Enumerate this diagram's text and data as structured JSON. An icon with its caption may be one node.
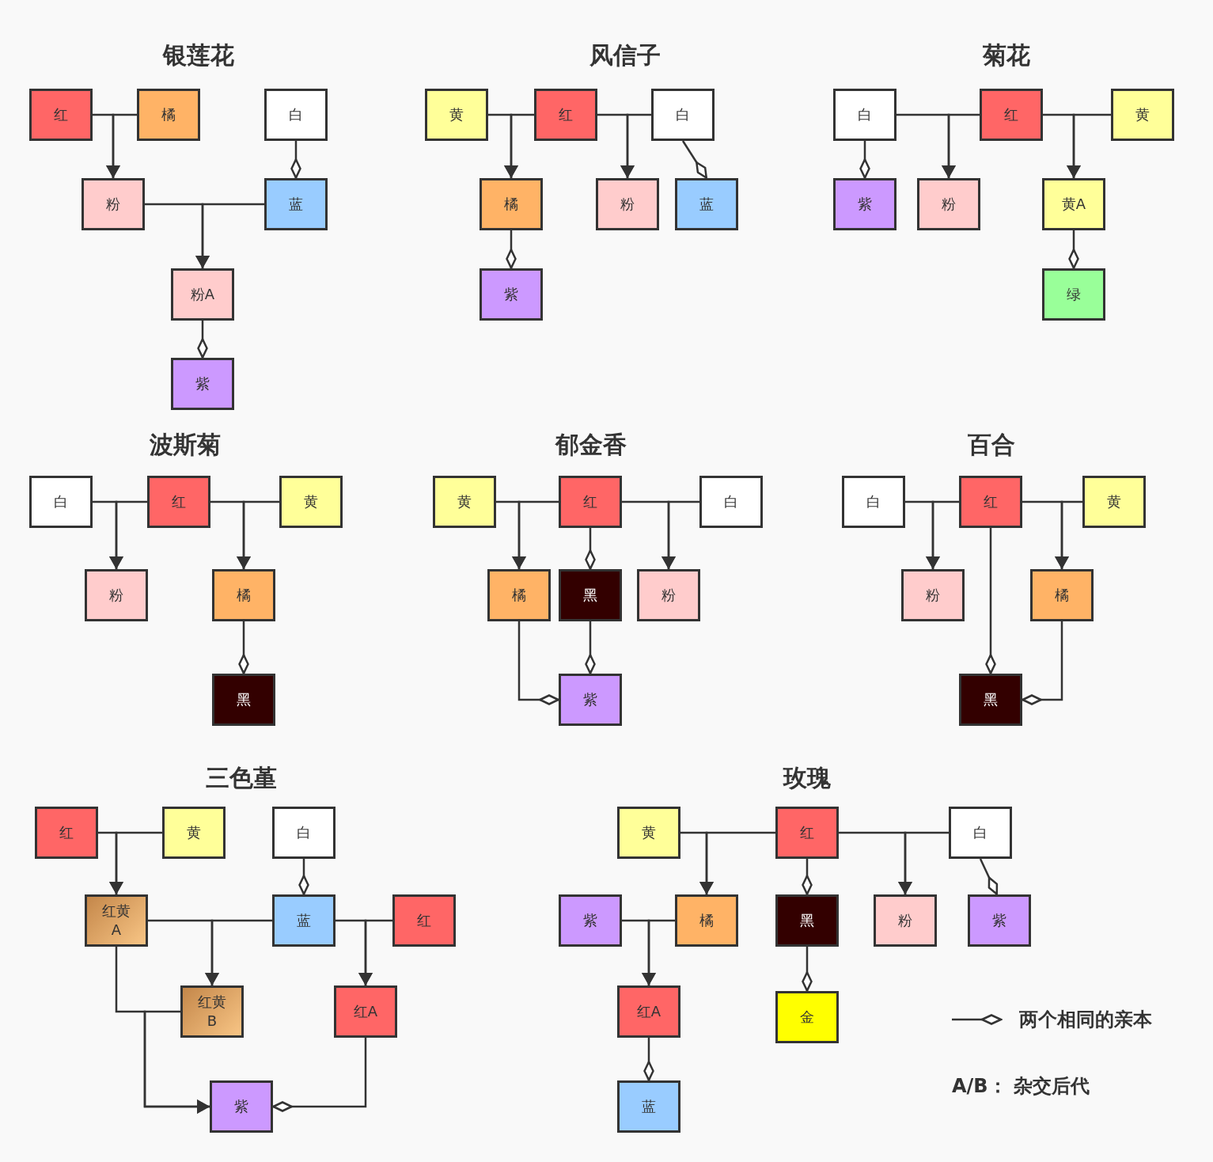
{
  "diagram": {
    "nodes": [
      {
        "text": [
          "红"
        ]
      },
      {
        "text": [
          "橘"
        ]
      },
      {
        "text": [
          "白"
        ]
      },
      {
        "text": [
          "粉"
        ]
      },
      {
        "text": [
          "蓝"
        ]
      },
      {
        "text": [
          "粉A"
        ]
      },
      {
        "text": [
          "紫"
        ]
      },
      {
        "text": [
          "黄"
        ]
      },
      {
        "text": [
          "红"
        ]
      },
      {
        "text": [
          "白"
        ]
      },
      {
        "text": [
          "橘"
        ]
      },
      {
        "text": [
          "粉"
        ]
      },
      {
        "text": [
          "蓝"
        ]
      },
      {
        "text": [
          "紫"
        ]
      },
      {
        "text": [
          "白"
        ]
      },
      {
        "text": [
          "红"
        ]
      },
      {
        "text": [
          "黄"
        ]
      },
      {
        "text": [
          "紫"
        ]
      },
      {
        "text": [
          "粉"
        ]
      },
      {
        "text": [
          "黄A"
        ]
      },
      {
        "text": [
          "绿"
        ]
      },
      {
        "text": [
          "白"
        ]
      },
      {
        "text": [
          "红"
        ]
      },
      {
        "text": [
          "黄"
        ]
      },
      {
        "text": [
          "粉"
        ]
      },
      {
        "text": [
          "橘"
        ]
      },
      {
        "text": [
          "黑"
        ]
      },
      {
        "text": [
          "黄"
        ]
      },
      {
        "text": [
          "红"
        ]
      },
      {
        "text": [
          "白"
        ]
      },
      {
        "text": [
          "橘"
        ]
      },
      {
        "text": [
          "黑"
        ]
      },
      {
        "text": [
          "粉"
        ]
      },
      {
        "text": [
          "紫"
        ]
      },
      {
        "text": [
          "白"
        ]
      },
      {
        "text": [
          "红"
        ]
      },
      {
        "text": [
          "黄"
        ]
      },
      {
        "text": [
          "粉"
        ]
      },
      {
        "text": [
          "橘"
        ]
      },
      {
        "text": [
          "黑"
        ]
      },
      {
        "text": [
          "红"
        ]
      },
      {
        "text": [
          "黄"
        ]
      },
      {
        "text": [
          "白"
        ]
      },
      {
        "text": [
          "红黄A"
        ]
      },
      {
        "text": [
          "蓝"
        ]
      },
      {
        "text": [
          "红"
        ]
      },
      {
        "text": [
          "红黄B"
        ]
      },
      {
        "text": [
          "红A"
        ]
      },
      {
        "text": [
          "紫"
        ]
      },
      {
        "text": [
          "黄"
        ]
      },
      {
        "text": [
          "红"
        ]
      },
      {
        "text": [
          "白"
        ]
      },
      {
        "text": [
          "紫"
        ]
      },
      {
        "text": [
          "橘"
        ]
      },
      {
        "text": [
          "黑"
        ]
      },
      {
        "text": [
          "粉"
        ]
      },
      {
        "text": [
          "紫"
        ]
      },
      {
        "text": [
          "红A"
        ]
      },
      {
        "text": [
          "金"
        ]
      },
      {
        "text": [
          "蓝"
        ]
      }
    ],
    "edges": [
      {
        "from": 0,
        "to": 3,
        "arrow": "to"
      },
      {
        "from": 1,
        "to": 3,
        "arrow": "to"
      },
      {
        "from": 2,
        "to": 4,
        "arrow": "other"
      },
      {
        "from": 3,
        "to": 5,
        "arrow": "to"
      },
      {
        "from": 4,
        "to": 5,
        "arrow": "to"
      },
      {
        "from": 5,
        "to": 6,
        "arrow": "other"
      },
      {
        "from": 7,
        "to": 10,
        "arrow": "to"
      },
      {
        "from": 8,
        "to": 10,
        "arrow": "to"
      },
      {
        "from": 8,
        "to": 11,
        "arrow": "to"
      },
      {
        "from": 9,
        "to": 11,
        "arrow": "to"
      },
      {
        "from": 9,
        "to": 12,
        "arrow": "other"
      },
      {
        "from": 10,
        "to": 13,
        "arrow": "other"
      },
      {
        "from": 14,
        "to": 17,
        "arrow": "other"
      },
      {
        "from": 14,
        "to": 18,
        "arrow": "to"
      },
      {
        "from": 15,
        "to": 18,
        "arrow": "to"
      },
      {
        "from": 15,
        "to": 19,
        "arrow": "to"
      },
      {
        "from": 16,
        "to": 19,
        "arrow": "to"
      },
      {
        "from": 19,
        "to": 20,
        "arrow": "other"
      },
      {
        "from": 21,
        "to": 24,
        "arrow": "to"
      },
      {
        "from": 22,
        "to": 24,
        "arrow": "to"
      },
      {
        "from": 22,
        "to": 25,
        "arrow": "to"
      },
      {
        "from": 23,
        "to": 25,
        "arrow": "to"
      },
      {
        "from": 25,
        "to": 26,
        "arrow": "other"
      },
      {
        "from": 27,
        "to": 30,
        "arrow": "to"
      },
      {
        "from": 28,
        "to": 30,
        "arrow": "to"
      },
      {
        "from": 28,
        "to": 31,
        "arrow": "other"
      },
      {
        "from": 28,
        "to": 32,
        "arrow": "to"
      },
      {
        "from": 29,
        "to": 32,
        "arrow": "to"
      },
      {
        "from": 31,
        "to": 33,
        "arrow": "other"
      },
      {
        "from": 30,
        "to": 33,
        "arrow": "other"
      },
      {
        "from": 34,
        "to": 37,
        "arrow": "to"
      },
      {
        "from": 35,
        "to": 37,
        "arrow": "to"
      },
      {
        "from": 35,
        "to": 38,
        "arrow": "to"
      },
      {
        "from": 36,
        "to": 38,
        "arrow": "to"
      },
      {
        "from": 35,
        "to": 39,
        "arrow": "other"
      },
      {
        "from": 38,
        "to": 39,
        "arrow": "other"
      },
      {
        "from": 40,
        "to": 43,
        "arrow": "to"
      },
      {
        "from": 41,
        "to": 43,
        "arrow": "to"
      },
      {
        "from": 42,
        "to": 44,
        "arrow": "other"
      },
      {
        "from": 43,
        "to": 46,
        "arrow": "to"
      },
      {
        "from": 44,
        "to": 46,
        "arrow": "to"
      },
      {
        "from": 44,
        "to": 47,
        "arrow": "to"
      },
      {
        "from": 45,
        "to": 47,
        "arrow": "to"
      },
      {
        "from": 43,
        "to": 48,
        "arrow": "to"
      },
      {
        "from": 46,
        "to": 48,
        "arrow": "to"
      },
      {
        "from": 47,
        "to": 48,
        "arrow": "other"
      },
      {
        "from": 49,
        "to": 53,
        "arrow": "to"
      },
      {
        "from": 50,
        "to": 53,
        "arrow": "to"
      },
      {
        "from": 50,
        "to": 54,
        "arrow": "other"
      },
      {
        "from": 50,
        "to": 55,
        "arrow": "to"
      },
      {
        "from": 51,
        "to": 55,
        "arrow": "to"
      },
      {
        "from": 51,
        "to": 56,
        "arrow": "other"
      },
      {
        "from": 52,
        "to": 57,
        "arrow": "to"
      },
      {
        "from": 53,
        "to": 57,
        "arrow": "to"
      },
      {
        "from": 54,
        "to": 58,
        "arrow": "other"
      },
      {
        "from": 57,
        "to": 59,
        "arrow": "other"
      }
    ],
    "labels": [
      "银莲花",
      "风信子",
      "菊花",
      "波斯菊",
      "郁金香",
      "百合",
      "三色堇",
      "玫瑰",
      "A/B： 杂交后代"
    ],
    "legend": [
      {
        "text": "两个相同的亲本"
      }
    ]
  }
}
